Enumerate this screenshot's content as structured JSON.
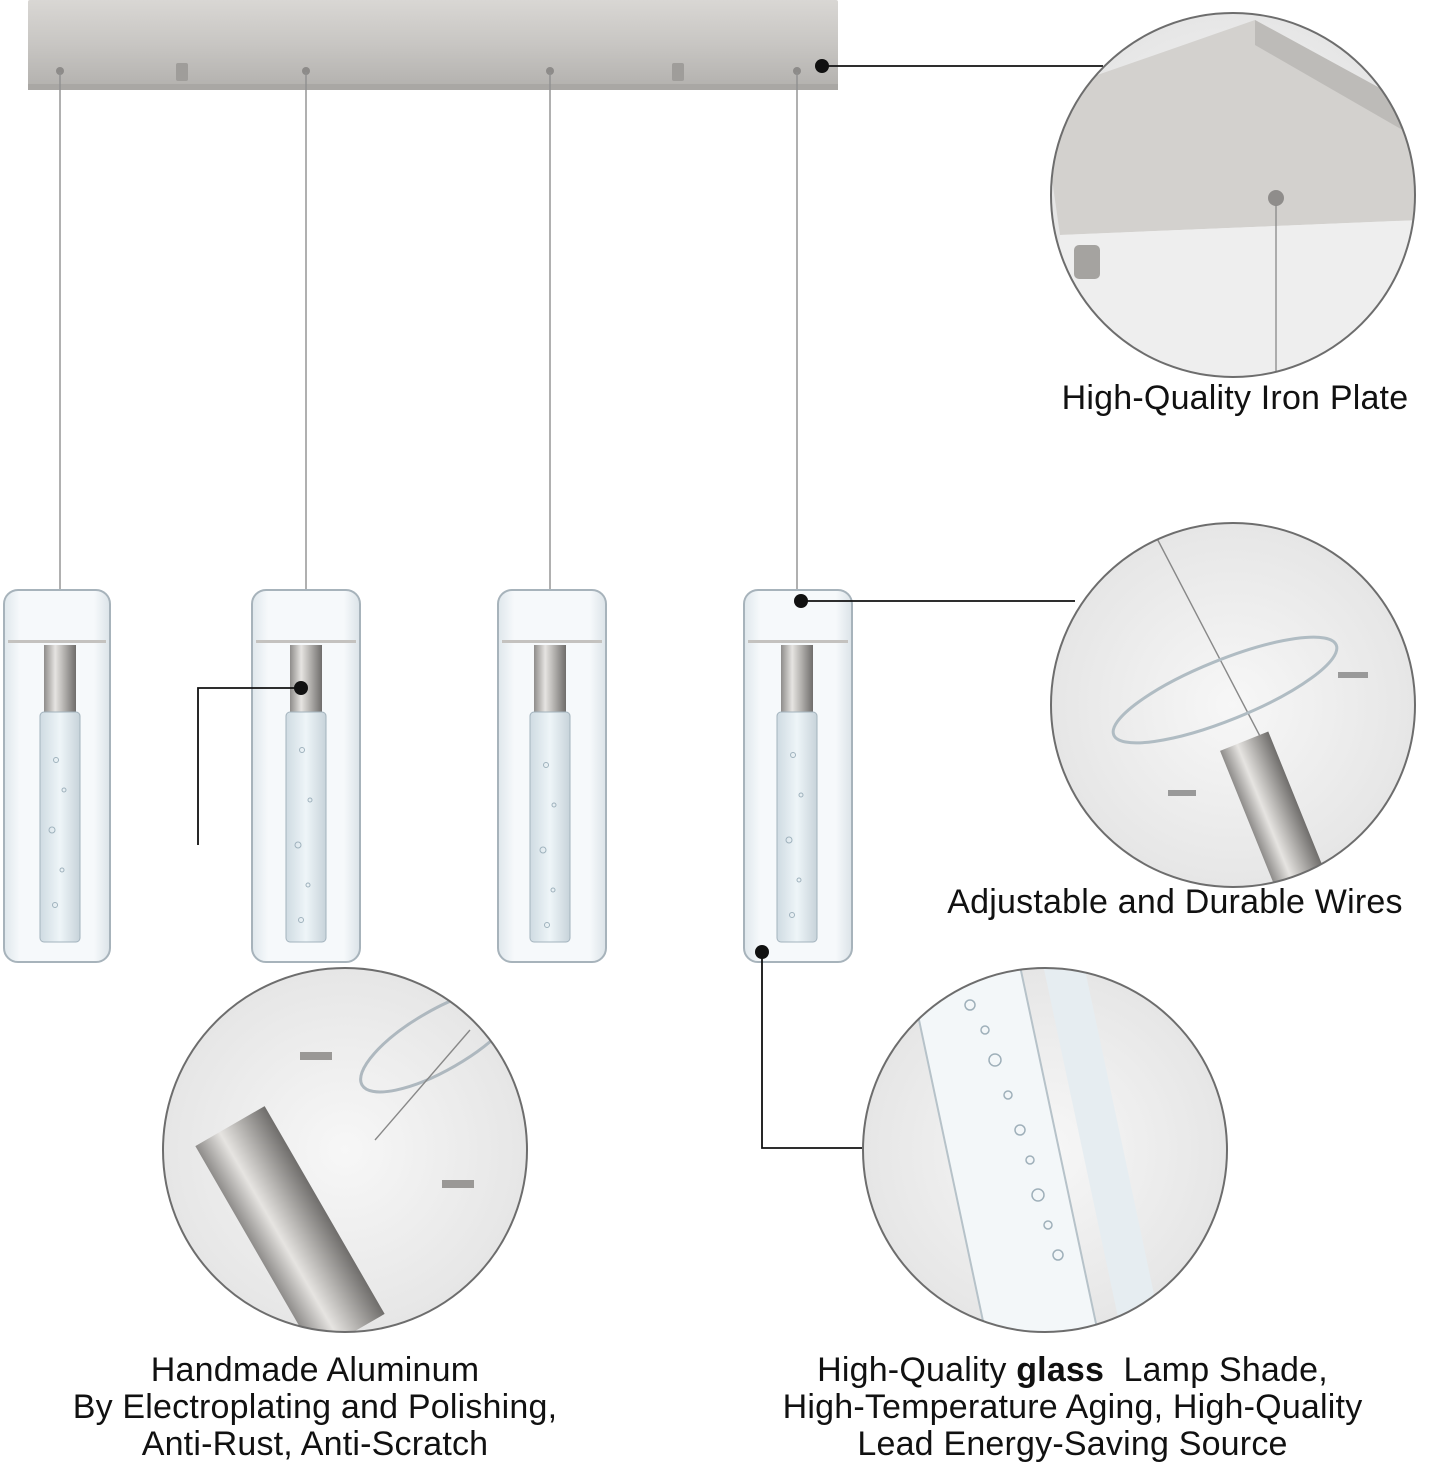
{
  "callouts": {
    "iron_plate": {
      "caption": "High-Quality Iron Plate"
    },
    "wires": {
      "caption": "Adjustable and Durable Wires"
    },
    "aluminum": {
      "line1": "Handmade Aluminum",
      "line2": "By Electroplating and Polishing,",
      "line3": "Anti-Rust, Anti-Scratch"
    },
    "glass": {
      "line1_pre": "High-Quality ",
      "line1_bold": "glass",
      "line1_post": "  Lamp Shade,",
      "line2": "High-Temperature Aging, High-Quality",
      "line3": "Lead Energy-Saving Source"
    }
  },
  "colors": {
    "metal": "#c9c7c5",
    "glass_edge": "#9aa7b0",
    "leader": "#111111"
  }
}
